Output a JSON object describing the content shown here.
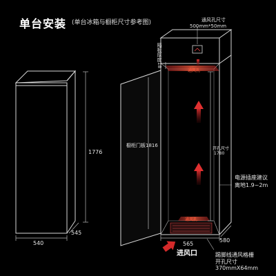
{
  "title": "单台安装",
  "subtitle": "(单台冰箱与橱柜尺寸参考图)",
  "fridge": {
    "height": "1776",
    "width": "540",
    "depth": "545"
  },
  "cabinet": {
    "top_vent_title": "通风孔尺寸",
    "top_vent_size": "500mm*50mm",
    "shelf_thickness": "隔板厚度18",
    "door_label": "橱柜门板1816",
    "vent_hole_top": "通风孔",
    "vent_hole_bottom": "通风孔",
    "opening_label": "开孔尺寸",
    "opening_height": "1780",
    "socket_label_1": "电源插座建议",
    "socket_label_2": "离地1.9~2m",
    "width": "565",
    "depth": "580",
    "air_inlet": "进风口",
    "kick_label_1": "踢脚线通风格栅",
    "kick_label_2": "开孔尺寸",
    "kick_label_3": "370mmX64mm"
  },
  "colors": {
    "background": "#000000",
    "line": "#d8d8d8",
    "accent_red": "#ff5a3c",
    "arrow_red": "#d42a2a"
  }
}
